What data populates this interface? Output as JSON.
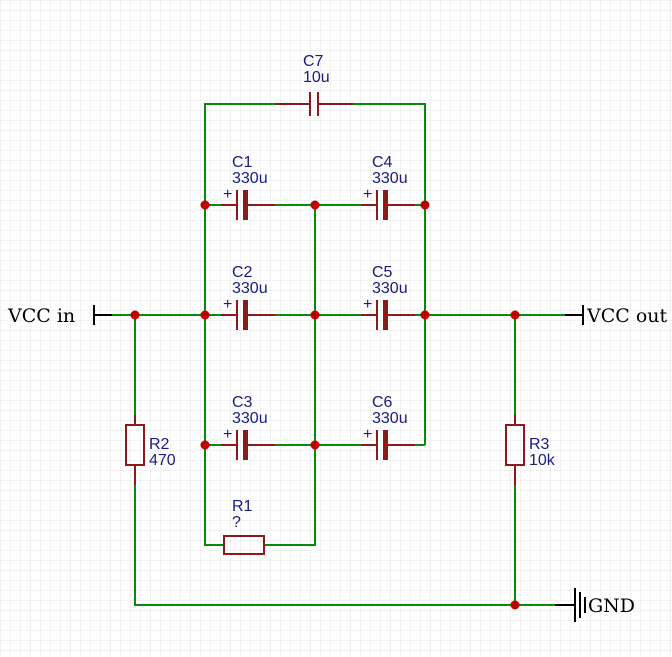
{
  "ports": {
    "vcc_in": "VCC in",
    "vcc_out": "VCC out",
    "gnd": "GND"
  },
  "components": {
    "C7": {
      "ref": "C7",
      "value": "10u"
    },
    "C1": {
      "ref": "C1",
      "value": "330u"
    },
    "C2": {
      "ref": "C2",
      "value": "330u"
    },
    "C3": {
      "ref": "C3",
      "value": "330u"
    },
    "C4": {
      "ref": "C4",
      "value": "330u"
    },
    "C5": {
      "ref": "C5",
      "value": "330u"
    },
    "C6": {
      "ref": "C6",
      "value": "330u"
    },
    "R1": {
      "ref": "R1",
      "value": "?"
    },
    "R2": {
      "ref": "R2",
      "value": "470"
    },
    "R3": {
      "ref": "R3",
      "value": "10k"
    }
  },
  "polarity_mark": "+",
  "colors": {
    "wire": "#0a8a0a",
    "component": "#8b1a1a",
    "junction": "#c00000",
    "label": "#1a1a80",
    "grid": "#e6e6e6"
  }
}
